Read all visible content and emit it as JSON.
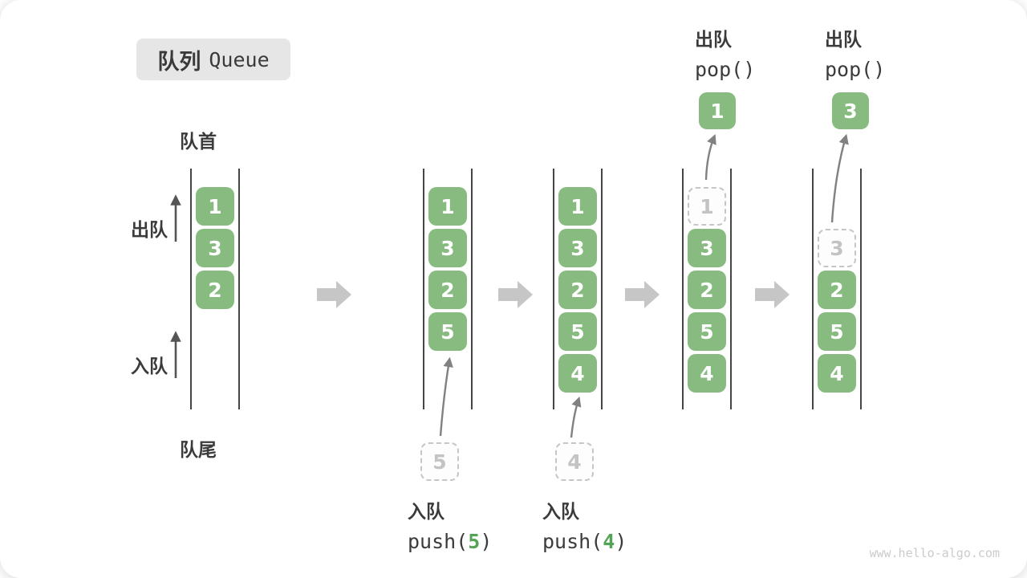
{
  "title": {
    "zh": "队列",
    "en": "Queue"
  },
  "labels": {
    "front": "队首",
    "rear": "队尾",
    "dequeue": "出队",
    "enqueue": "入队"
  },
  "operations": {
    "push5": {
      "label": "入队",
      "code_pre": "push(",
      "arg": "5",
      "code_post": ")"
    },
    "push4": {
      "label": "入队",
      "code_pre": "push(",
      "arg": "4",
      "code_post": ")"
    },
    "pop1": {
      "label": "出队",
      "code": "pop()"
    },
    "pop2": {
      "label": "出队",
      "code": "pop()"
    }
  },
  "states": [
    {
      "cells": [
        "1",
        "3",
        "2"
      ]
    },
    {
      "cells": [
        "1",
        "3",
        "2",
        "5"
      ],
      "incoming": "5"
    },
    {
      "cells": [
        "1",
        "3",
        "2",
        "5",
        "4"
      ],
      "incoming": "4"
    },
    {
      "ghost": "1",
      "cells": [
        "3",
        "2",
        "5",
        "4"
      ],
      "popped": "1"
    },
    {
      "ghost": "3",
      "cells": [
        "2",
        "5",
        "4"
      ],
      "popped": "3"
    }
  ],
  "watermark": "www.hello-algo.com",
  "colors": {
    "box_green": "#87bb80",
    "code_green": "#55a455",
    "block_arrow_gray": "#c6c6c6",
    "ghost_gray": "#c6c6c6",
    "rail_ink": "#454545",
    "text_ink": "#3b3b3b",
    "watermark_gray": "#cbcbcb",
    "chip_bg": "#e6e6e6"
  }
}
